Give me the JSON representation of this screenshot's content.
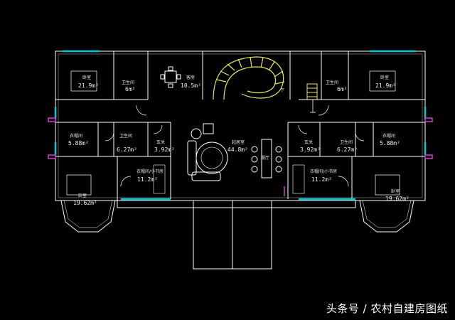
{
  "drawing": {
    "colors": {
      "background": "#000000",
      "wall": "#ffffff",
      "window": "#00c8d2",
      "stair": "#e8e860",
      "door_swing": "#ffffff",
      "accent": "#d040d0"
    },
    "rooms": {
      "bedroom_tl": {
        "name": "卧室",
        "area": "21.9m²"
      },
      "bath_tl": {
        "name": "卫生间",
        "area": "6m²"
      },
      "guest_room": {
        "name": "客房",
        "area": "10.5m²"
      },
      "bath_tr": {
        "name": "卫生间",
        "area": "6m²"
      },
      "bedroom_tr": {
        "name": "卧室",
        "area": "21.9m²"
      },
      "cloak_l": {
        "name": "衣帽间",
        "area": "5.88m²"
      },
      "bath_ml": {
        "name": "卫生间",
        "area": "6.27m²"
      },
      "closet_l": {
        "name": "玄关",
        "area": "3.92m²"
      },
      "living": {
        "name": "起居室",
        "area": "44.8m²"
      },
      "closet_r": {
        "name": "玄关",
        "area": "3.92m²"
      },
      "bath_mr": {
        "name": "卫生间",
        "area": "6.27m²"
      },
      "cloak_r": {
        "name": "衣帽间",
        "area": "5.88m²"
      },
      "cloakbar_l": {
        "name": "衣帽间/小书房",
        "area": "11.2m²"
      },
      "cloakbar_r": {
        "name": "衣帽间/小书房",
        "area": "11.2m²"
      },
      "bedroom_bl": {
        "name": "卧室",
        "area": "19.62m²"
      },
      "bedroom_br": {
        "name": "卧室",
        "area": "19.62m²"
      },
      "dining_tag": {
        "name": "餐厅"
      }
    },
    "stair_label": "下",
    "watermark": "头条号 / 农村自建房图纸"
  }
}
